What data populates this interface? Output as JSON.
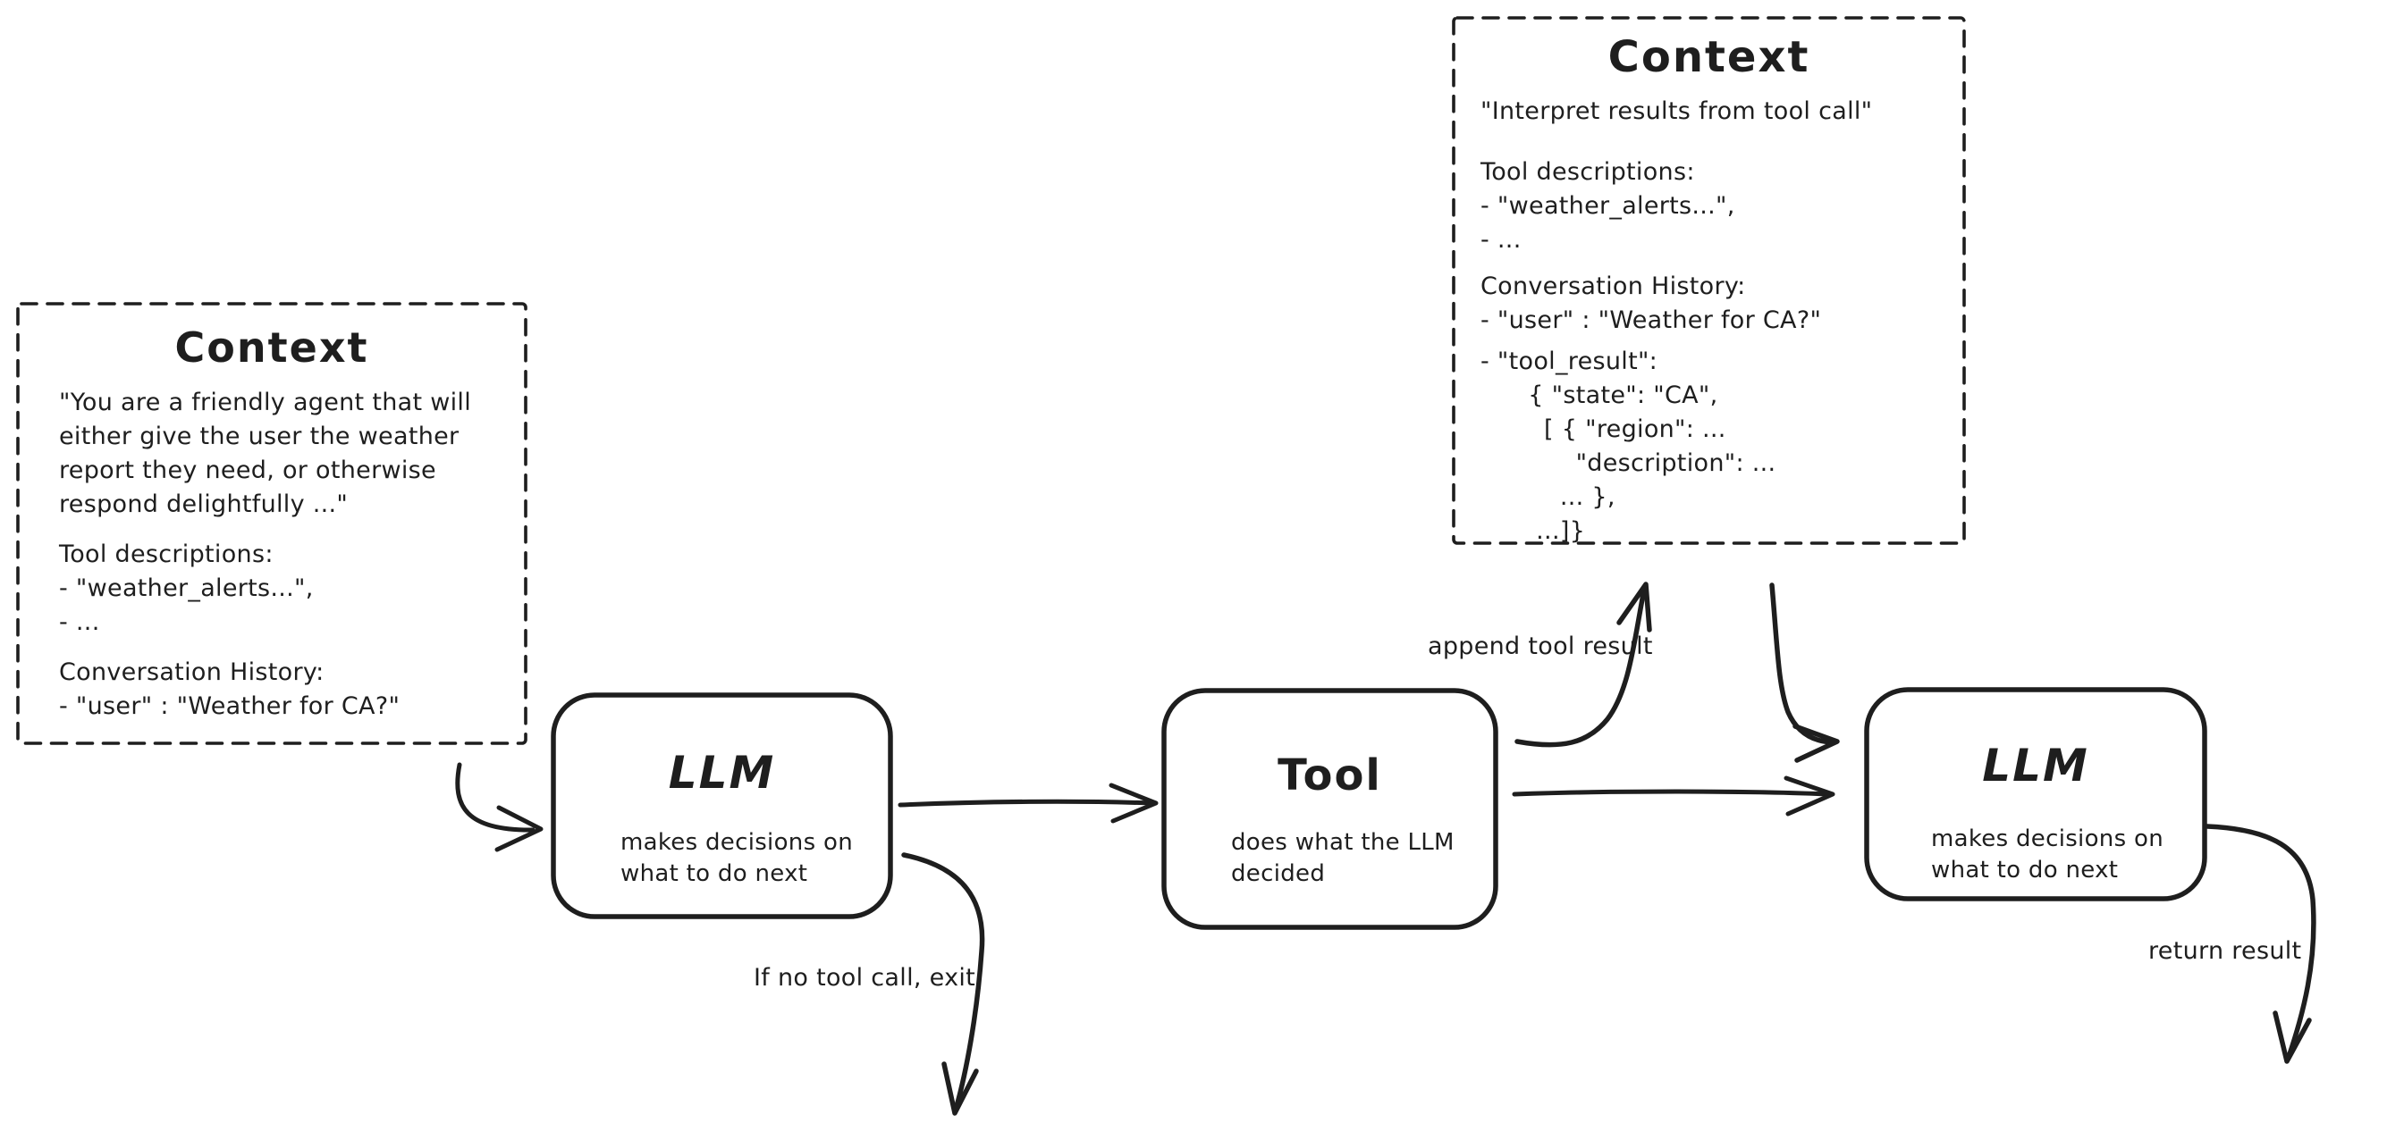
{
  "diagram": {
    "colors": {
      "stroke": "#1e1e1e",
      "background": "#ffffff"
    },
    "context_left": {
      "title": "Context",
      "lines": [
        {
          "t": "\"You are a friendly agent that will"
        },
        {
          "t": "either give the user the weather"
        },
        {
          "t": "report they need, or otherwise"
        },
        {
          "t": "respond delightfully ...\""
        },
        {
          "t": "Tool descriptions:",
          "gap": 18
        },
        {
          "t": "- \"weather_alerts...\","
        },
        {
          "t": "- ..."
        },
        {
          "t": "Conversation History:",
          "gap": 18
        },
        {
          "t": "- \"user\" : \"Weather for CA?\""
        }
      ]
    },
    "context_top": {
      "title": "Context",
      "lines": [
        {
          "t": "\"Interpret results from tool call\""
        },
        {
          "t": "Tool descriptions:",
          "gap": 30
        },
        {
          "t": "- \"weather_alerts...\","
        },
        {
          "t": "- ..."
        },
        {
          "t": "Conversation History:",
          "gap": 14
        },
        {
          "t": "- \"user\" : \"Weather for CA?\""
        },
        {
          "t": "- \"tool_result\":",
          "gap": 8
        },
        {
          "t": "      { \"state\": \"CA\","
        },
        {
          "t": "        [ { \"region\": ..."
        },
        {
          "t": "            \"description\": ..."
        },
        {
          "t": "          ... },"
        },
        {
          "t": "       ...]}"
        }
      ]
    },
    "llm1": {
      "title": "LLM",
      "subtitle": [
        "makes decisions on",
        "what to do next"
      ]
    },
    "tool": {
      "title": "Tool",
      "subtitle": [
        "does what the LLM",
        "decided"
      ]
    },
    "llm2": {
      "title": "LLM",
      "subtitle": [
        "makes decisions on",
        "what to do next"
      ]
    },
    "labels": {
      "append": "append tool result",
      "exit": "If no tool call, exit",
      "return": "return result"
    }
  }
}
